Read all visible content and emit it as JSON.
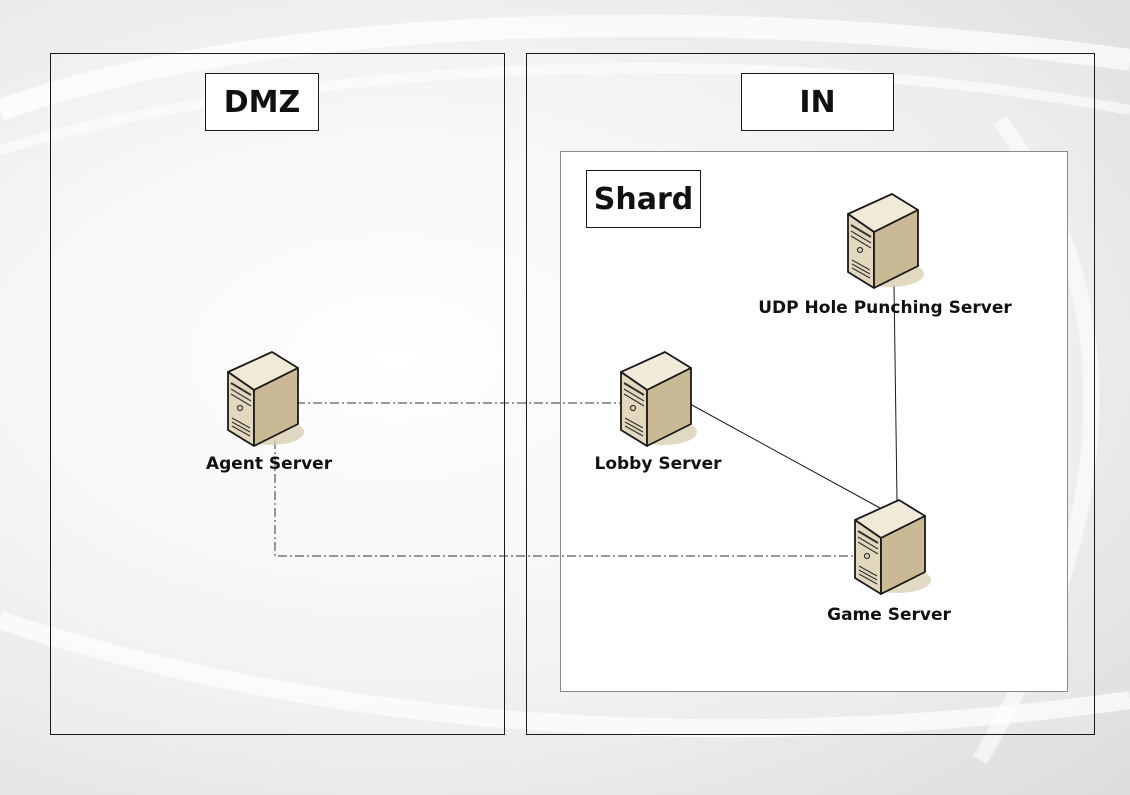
{
  "zones": {
    "dmz": {
      "title": "DMZ"
    },
    "internal": {
      "title": "IN"
    },
    "shard": {
      "title": "Shard"
    }
  },
  "servers": {
    "agent": {
      "label": "Agent Server",
      "icon": "server-tower-icon"
    },
    "lobby": {
      "label": "Lobby Server",
      "icon": "server-tower-icon"
    },
    "udp": {
      "label": "UDP Hole Punching Server",
      "icon": "server-tower-icon"
    },
    "game": {
      "label": "Game Server",
      "icon": "server-tower-icon"
    }
  },
  "connections": [
    {
      "from": "agent",
      "to": "lobby",
      "style": "dash-dot"
    },
    {
      "from": "agent",
      "to": "game",
      "style": "dash-dot"
    },
    {
      "from": "lobby",
      "to": "game",
      "style": "solid"
    },
    {
      "from": "udp",
      "to": "game",
      "style": "solid"
    }
  ],
  "colors": {
    "server_body": "#e3d8bd",
    "server_side": "#b8a77e",
    "server_top": "#f1ead8",
    "outline": "#1a1a1a"
  }
}
